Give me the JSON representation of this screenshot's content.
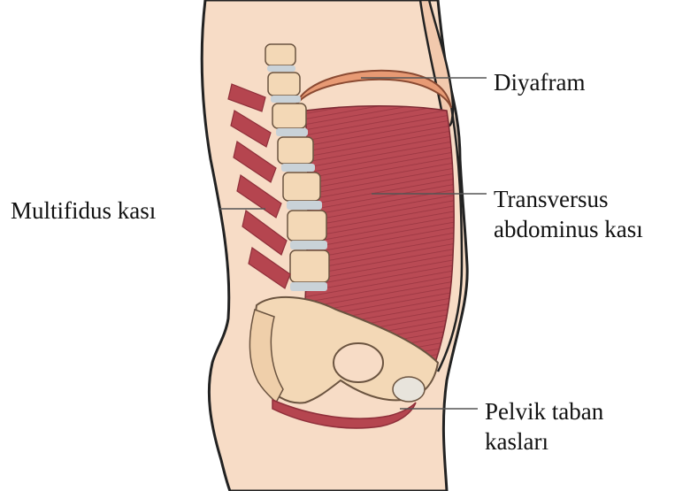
{
  "labels": {
    "diaphragm": "Diyafram",
    "multifidus": "Multifidus kası",
    "transversus_line1": "Transversus",
    "transversus_line2": "abdominus kası",
    "pelvic_floor_line1": "Pelvik taban",
    "pelvic_floor_line2": "kasları"
  },
  "colors": {
    "skin": "#f7dcc6",
    "outline": "#222222",
    "bone": "#f3d8b6",
    "disc": "#c9d2d8",
    "muscle": "#b5454f",
    "muscle_dark": "#8f2f3a",
    "muscle_light": "#d86b74",
    "leader_line": "#555555"
  }
}
